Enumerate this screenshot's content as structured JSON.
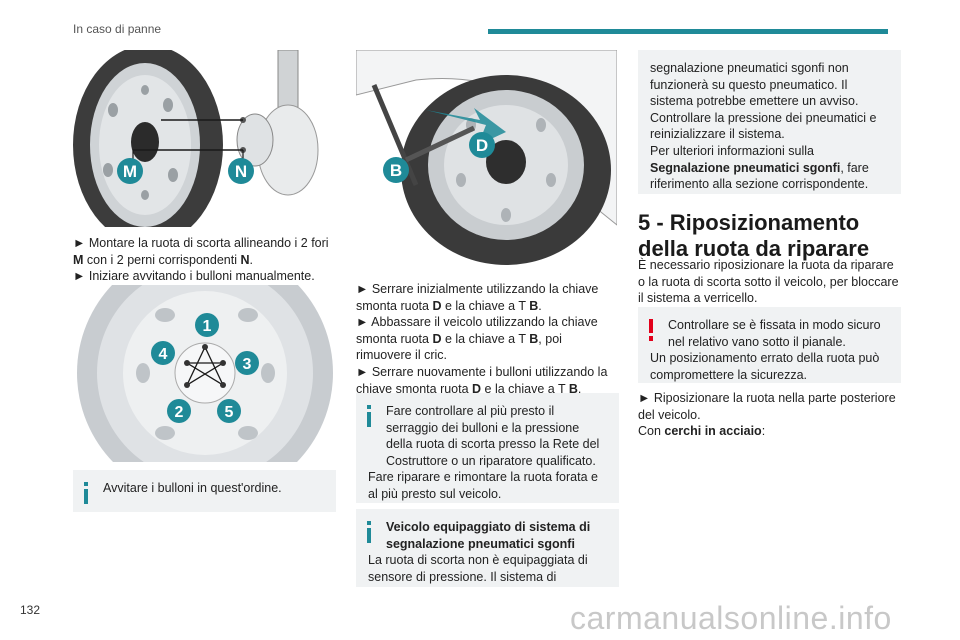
{
  "header": {
    "section_title": "In caso di panne"
  },
  "figures": {
    "wheel_alignment": {
      "labels": [
        "M",
        "N"
      ]
    },
    "bolt_order": {
      "labels": [
        "1",
        "2",
        "3",
        "4",
        "5"
      ]
    },
    "wrench": {
      "labels": [
        "B",
        "D"
      ]
    }
  },
  "col1": {
    "step1_prefix": "► Montare la ruota di scorta allineando i 2 fori ",
    "step1_bold": "M",
    "step1_mid": " con i 2 perni corrispondenti ",
    "step1_bold2": "N",
    "step1_end": ".",
    "step2": "► Iniziare avvitando i bulloni manualmente.",
    "note": "Avvitare i bulloni in quest'ordine."
  },
  "col2": {
    "p1_a": "► Serrare inizialmente utilizzando la chiave smonta ruota ",
    "p1_b": "D",
    "p1_c": " e la chiave a T ",
    "p1_d": "B",
    "p1_e": ".",
    "p2_a": "► Abbassare il veicolo utilizzando la chiave smonta ruota ",
    "p2_b": "D",
    "p2_c": " e la chiave a T ",
    "p2_d": "B",
    "p2_e": ", poi rimuovere il cric.",
    "p3_a": "► Serrare nuovamente i bulloni utilizzando la chiave smonta ruota ",
    "p3_b": "D",
    "p3_c": " e la chiave a T ",
    "p3_d": "B",
    "p3_e": ".",
    "note1": "Fare controllare al più presto il serraggio dei bulloni e la pressione della ruota di scorta presso la Rete del Costruttore o un riparatore qualificato.",
    "note1b": "Fare riparare e rimontare la ruota forata e al più presto sul veicolo.",
    "note2_title": "Veicolo equipaggiato di sistema di segnalazione pneumatici sgonfi",
    "note2_body": "La ruota di scorta non è equipaggiata di sensore di pressione. Il sistema di"
  },
  "col3": {
    "note_cont_1": "segnalazione pneumatici sgonfi non funzionerà su questo pneumatico. Il sistema potrebbe emettere un avviso.",
    "note_cont_2": "Controllare la pressione dei pneumatici e reinizializzare il sistema.",
    "note_cont_3a": "Per ulteriori informazioni sulla ",
    "note_cont_3b": "Segnalazione pneumatici sgonfi",
    "note_cont_3c": ", fare riferimento alla sezione corrispondente.",
    "heading": "5 - Riposizionamento della ruota da riparare",
    "intro": "È necessario riposizionare la ruota da riparare o la ruota di scorta sotto il veicolo, per bloccare il sistema a verricello.",
    "warning_1": "Controllare se è fissata in modo sicuro nel relativo vano sotto il pianale.",
    "warning_2": "Un posizionamento errato della ruota può compromettere la sicurezza.",
    "step_a": "► Riposizionare la ruota nella parte posteriore del veicolo.",
    "step_b1": "Con ",
    "step_b2": "cerchi in acciaio",
    "step_b3": ":"
  },
  "footer": {
    "page_number": "132",
    "watermark": "carmanualsonline.info"
  },
  "colors": {
    "accent": "#1f8a98",
    "warning": "#e2001a",
    "note_bg": "#f0f2f3"
  }
}
